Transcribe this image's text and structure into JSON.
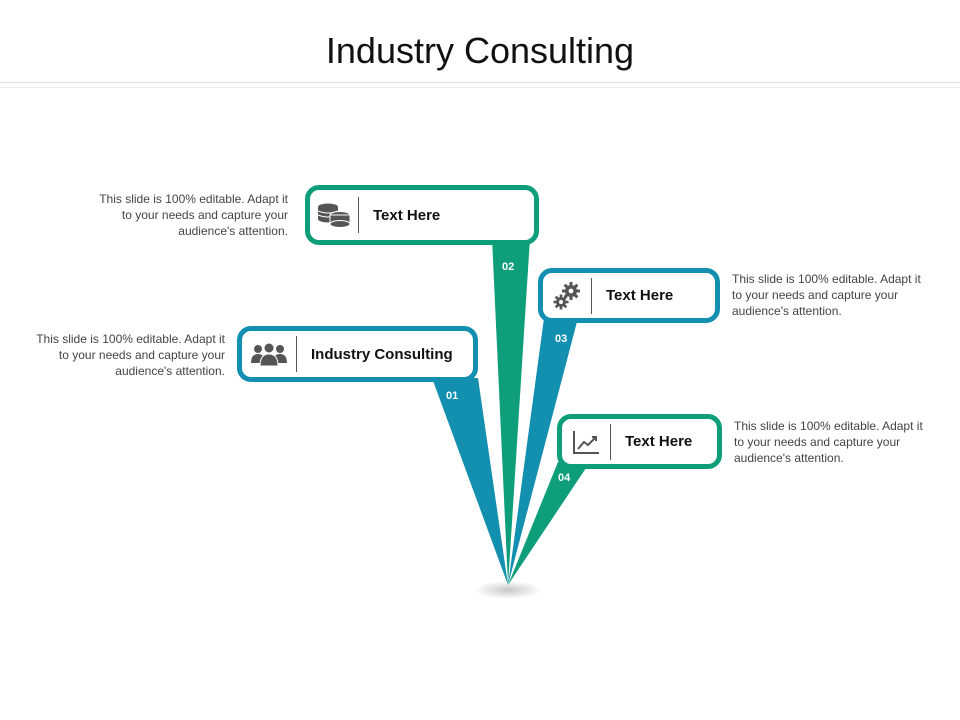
{
  "slide": {
    "title": "Industry Consulting"
  },
  "colors": {
    "teal": "#0f9e7a",
    "blue": "#138fb0",
    "icon": "#555555"
  },
  "items": [
    {
      "number": "01",
      "label": "Industry Consulting",
      "icon": "people-icon",
      "color": "blue",
      "description": "This slide is 100% editable. Adapt it to your needs and capture your audience's attention."
    },
    {
      "number": "02",
      "label": "Text Here",
      "icon": "coins-icon",
      "color": "teal",
      "description": "This slide is 100% editable. Adapt it to your needs and capture your audience's attention."
    },
    {
      "number": "03",
      "label": "Text Here",
      "icon": "gears-icon",
      "color": "blue",
      "description": "This slide is 100% editable. Adapt it to your needs and capture your audience's attention."
    },
    {
      "number": "04",
      "label": "Text Here",
      "icon": "line-chart-icon",
      "color": "teal",
      "description": "This slide is 100% editable. Adapt it to your needs and capture your audience's attention."
    }
  ]
}
